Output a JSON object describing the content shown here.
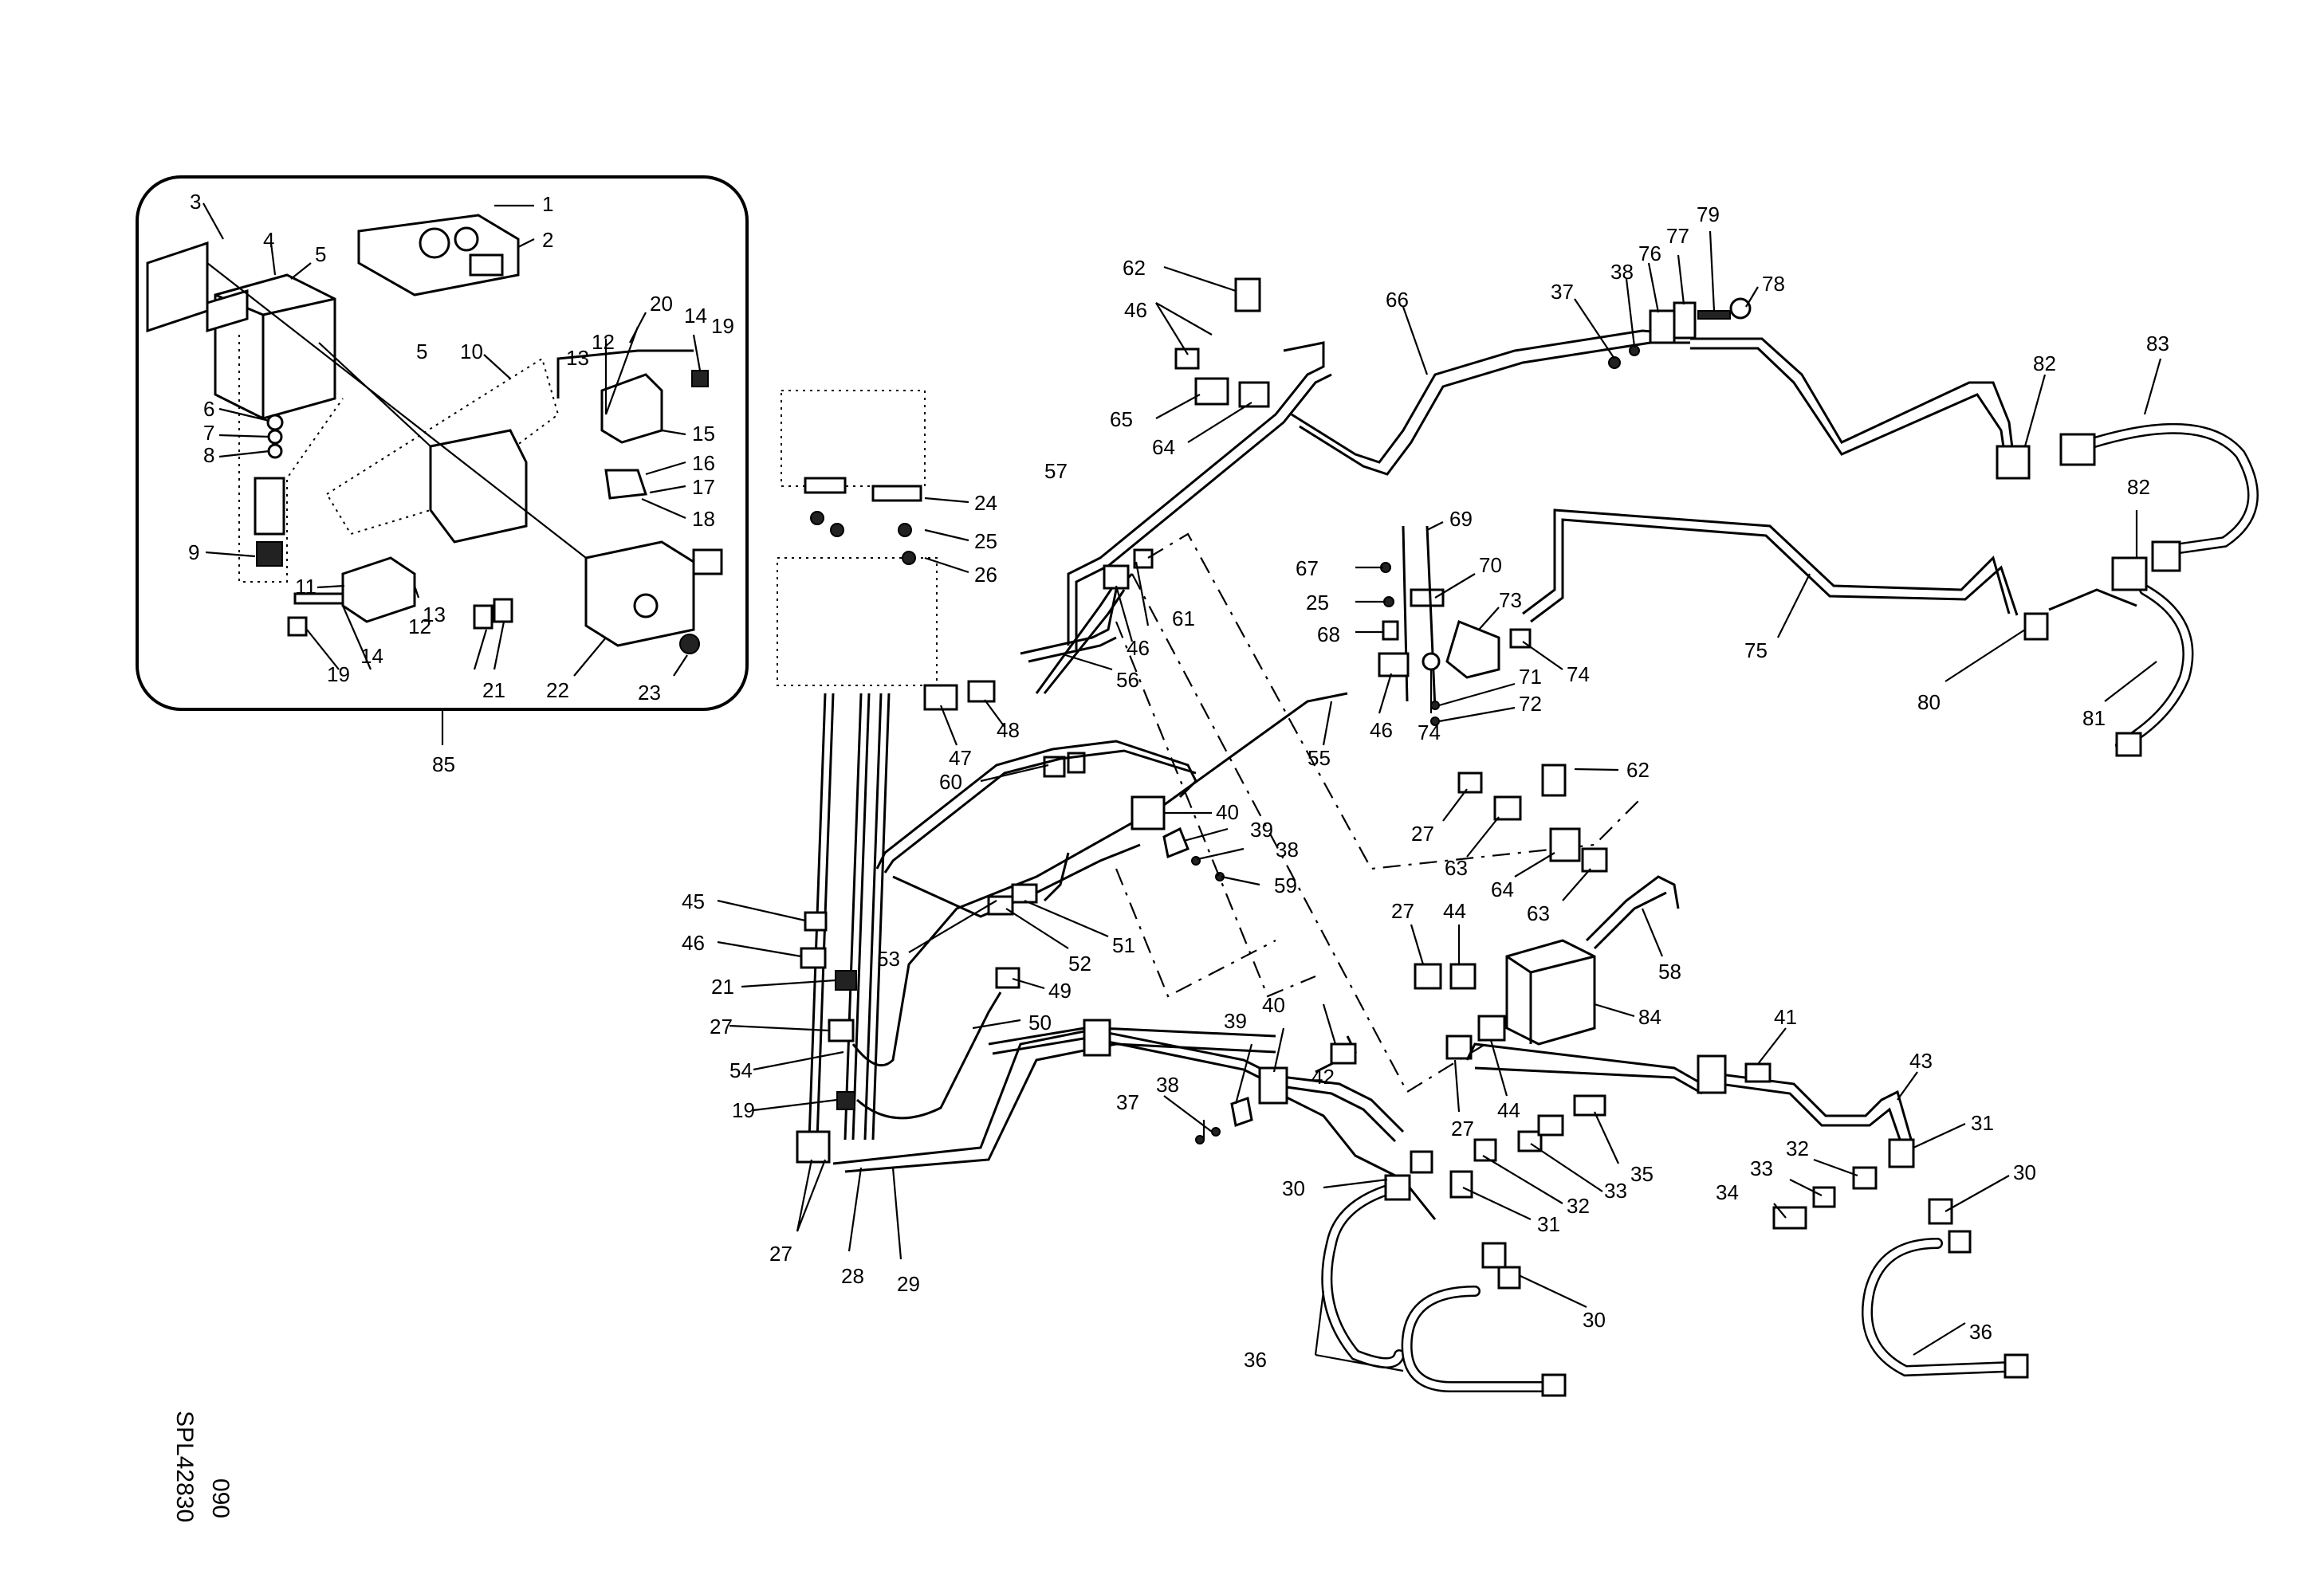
{
  "drawing": {
    "code_line_1": "SPL42830",
    "code_line_2": "090",
    "inset_label": "85"
  },
  "callouts": {
    "c1": "1",
    "c2": "2",
    "c3": "3",
    "c4": "4",
    "c5a": "5",
    "c5b": "5",
    "c6": "6",
    "c7": "7",
    "c8": "8",
    "c9": "9",
    "c10": "10",
    "c11": "11",
    "c12a": "12",
    "c12b": "12",
    "c13a": "13",
    "c13b": "13",
    "c14a": "14",
    "c14b": "14",
    "c15": "15",
    "c16": "16",
    "c17": "17",
    "c18": "18",
    "c19a": "19",
    "c19b": "19",
    "c20": "20",
    "c21a": "21",
    "c22": "22",
    "c23": "23",
    "c24": "24",
    "c25a": "25",
    "c26": "26",
    "c21b": "21",
    "c45": "45",
    "c46a": "46",
    "c27a": "27",
    "c54": "54",
    "c19c": "19",
    "c27b": "27",
    "c28": "28",
    "c29": "29",
    "c57": "57",
    "c62a": "62",
    "c46b": "46",
    "c65": "65",
    "c64a": "64",
    "c66": "66",
    "c37a": "37",
    "c38a": "38",
    "c76": "76",
    "c77": "77",
    "c79": "79",
    "c78": "78",
    "c82a": "82",
    "c83": "83",
    "c82b": "82",
    "c80": "80",
    "c81": "81",
    "c75": "75",
    "c69": "69",
    "c67": "67",
    "c70": "70",
    "c25b": "25",
    "c73": "73",
    "c68": "68",
    "c74a": "74",
    "c71": "71",
    "c72": "72",
    "c46c": "46",
    "c74b": "74",
    "c55": "55",
    "c61": "61",
    "c46d": "46",
    "c56": "56",
    "c47": "47",
    "c48": "48",
    "c60": "60",
    "c40a": "40",
    "c39a": "39",
    "c38b": "38",
    "c59": "59",
    "c53": "53",
    "c52": "52",
    "c51": "51",
    "c49": "49",
    "c50": "50",
    "c62b": "62",
    "c27c": "27",
    "c63a": "63",
    "c64b": "64",
    "c63b": "63",
    "c27d": "27",
    "c44a": "44",
    "c58": "58",
    "c84": "84",
    "c27e": "27",
    "c44b": "44",
    "c42": "42",
    "c40b": "40",
    "c39b": "39",
    "c38c": "38",
    "c37b": "37",
    "c30a": "30",
    "c31a": "31",
    "c32a": "32",
    "c33a": "33",
    "c35": "35",
    "c30b": "30",
    "c36a": "36",
    "c41": "41",
    "c43": "43",
    "c31b": "31",
    "c32b": "32",
    "c33b": "33",
    "c34": "34",
    "c30c": "30",
    "c36b": "36"
  }
}
